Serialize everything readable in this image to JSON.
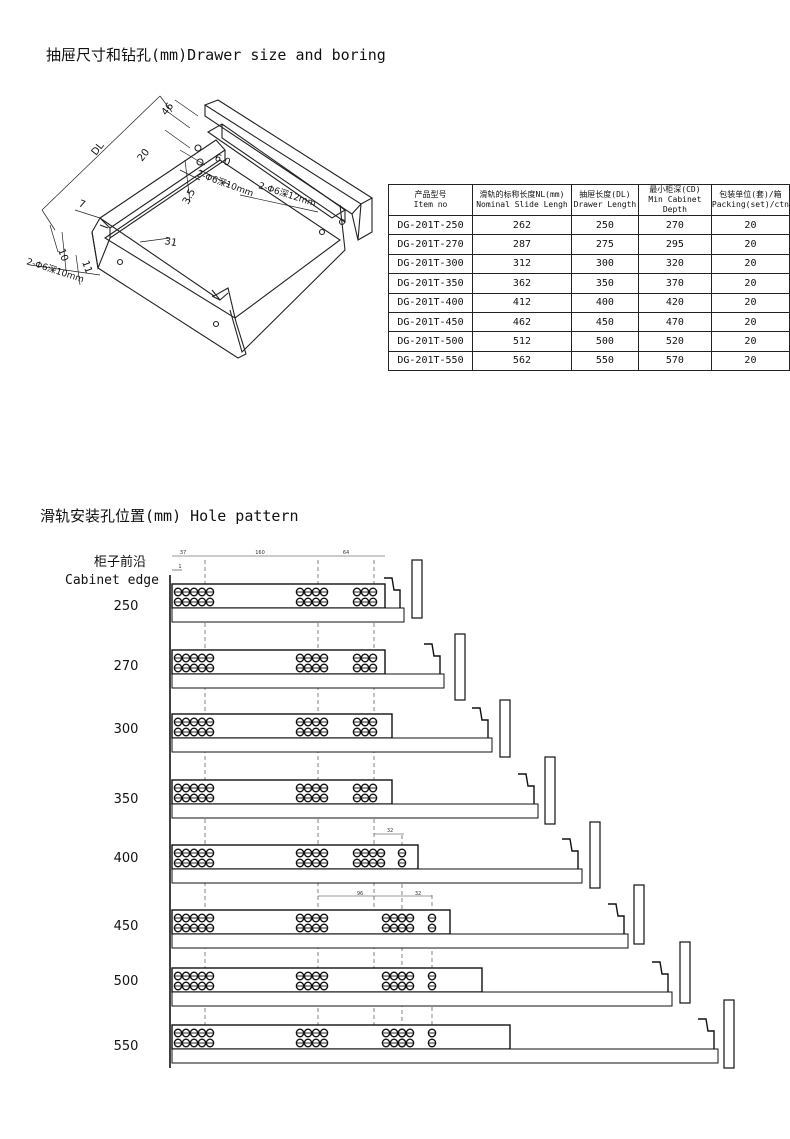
{
  "section1": {
    "title": "抽屉尺寸和钻孔(mm)Drawer size and boring"
  },
  "section2": {
    "title": "滑轨安装孔位置(mm) Hole pattern"
  },
  "drawing": {
    "labels": {
      "dl": "DL",
      "d46": "46",
      "d20": "20",
      "d60": "6.0",
      "d35": "3.5",
      "d7": "7",
      "d31": "31",
      "d10": "10",
      "d11": "11",
      "hole1": "2-Φ6深10mm",
      "hole2": "2-Φ6深12mm",
      "hole3": "2-Φ6深10mm"
    }
  },
  "table": {
    "headers": [
      {
        "cn": "产品型号",
        "en": "Item no"
      },
      {
        "cn": "滑轨的标称长度NL(mm)",
        "en": "Nominal Slide Lengh"
      },
      {
        "cn": "抽屉长度(DL)",
        "en": "Drawer Length"
      },
      {
        "cn": "最小柜深(CD)",
        "en": "Min Cabinet Depth"
      },
      {
        "cn": "包装单位(套)/箱",
        "en": "Packing(set)/ctn"
      }
    ],
    "rows": [
      [
        "DG-201T-250",
        "262",
        "250",
        "270",
        "20"
      ],
      [
        "DG-201T-270",
        "287",
        "275",
        "295",
        "20"
      ],
      [
        "DG-201T-300",
        "312",
        "300",
        "320",
        "20"
      ],
      [
        "DG-201T-350",
        "362",
        "350",
        "370",
        "20"
      ],
      [
        "DG-201T-400",
        "412",
        "400",
        "420",
        "20"
      ],
      [
        "DG-201T-450",
        "462",
        "450",
        "470",
        "20"
      ],
      [
        "DG-201T-500",
        "512",
        "500",
        "520",
        "20"
      ],
      [
        "DG-201T-550",
        "562",
        "550",
        "570",
        "20"
      ]
    ]
  },
  "holes": {
    "cabinet_edge_cn": "柜子前沿",
    "cabinet_edge_en": "Cabinet edge",
    "top_dims": [
      "37",
      "1",
      "160",
      "64"
    ],
    "extra_dims": [
      "32",
      "96",
      "32"
    ],
    "sizes": [
      "250",
      "270",
      "300",
      "350",
      "400",
      "450",
      "500",
      "550"
    ]
  }
}
